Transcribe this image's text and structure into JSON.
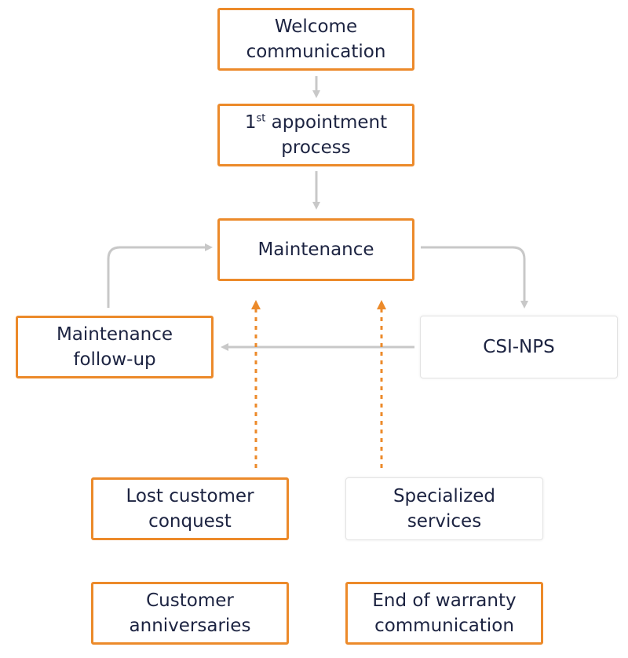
{
  "nodes": {
    "welcome": "Welcome\ncommunication",
    "first_appt": {
      "ordinal": "1",
      "suffix": "st",
      "text": " appointment\nprocess"
    },
    "maintenance": "Maintenance",
    "maintenance_follow_up": "Maintenance\nfollow-up",
    "csi_nps": "CSI-NPS",
    "lost_customer": "Lost customer\nconquest",
    "specialized": "Specialized\nservices",
    "anniversaries": "Customer\nanniversaries",
    "end_warranty": "End of warranty\ncommunication"
  },
  "colors": {
    "accent": "#ec8a2a",
    "arrow_gray": "#c8c8c8",
    "text": "#1c2341"
  }
}
